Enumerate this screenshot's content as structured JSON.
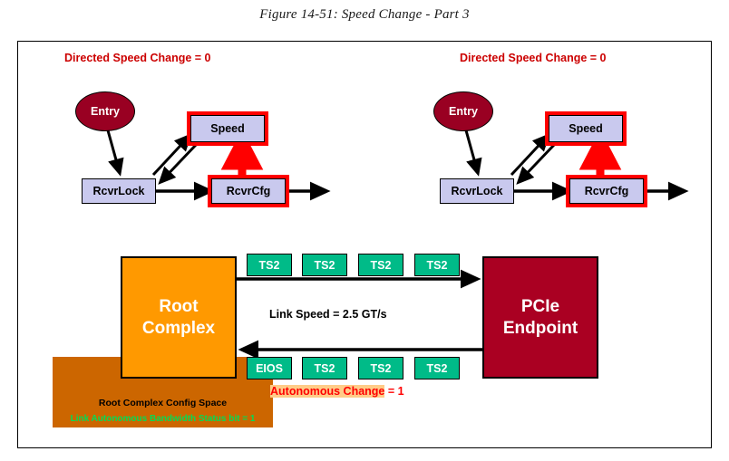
{
  "figure": {
    "title": "Figure 14-51: Speed Change - Part 3"
  },
  "state_machines": [
    {
      "id": "left",
      "title": "Directed Speed Change = 0",
      "entry_label": "Entry",
      "nodes": [
        {
          "name": "speed",
          "label": "Speed",
          "highlighted": true
        },
        {
          "name": "rcvrlock",
          "label": "RcvrLock",
          "highlighted": false
        },
        {
          "name": "rcvrcfg",
          "label": "RcvrCfg",
          "highlighted": true
        }
      ]
    },
    {
      "id": "right",
      "title": "Directed Speed Change = 0",
      "entry_label": "Entry",
      "nodes": [
        {
          "name": "speed",
          "label": "Speed",
          "highlighted": true
        },
        {
          "name": "rcvrlock",
          "label": "RcvrLock",
          "highlighted": false
        },
        {
          "name": "rcvrcfg",
          "label": "RcvrCfg",
          "highlighted": true
        }
      ]
    }
  ],
  "link_diagram": {
    "root_complex": {
      "line1": "Root",
      "line2": "Complex"
    },
    "endpoint": {
      "line1": "PCIe",
      "line2": "Endpoint"
    },
    "config_space": {
      "title": "Root Complex Config Space",
      "bit_status": "Link Autonomous Bandwidth Status bit = 1"
    },
    "downstream_packets": [
      "TS2",
      "TS2",
      "TS2",
      "TS2"
    ],
    "upstream_packets": [
      "EIOS",
      "TS2",
      "TS2",
      "TS2"
    ],
    "link_speed_label": "Link Speed = 2.5 GT/s",
    "autonomous_change": {
      "highlighted_text": "Autonomous Change",
      "suffix": " = 1"
    }
  },
  "colors": {
    "highlight_red": "#ff0000",
    "title_red": "#cc0000",
    "state_fill": "#c9c9ee",
    "entry_fill": "#990022",
    "root_complex_fill": "#ff9900",
    "endpoint_fill": "#aa0022",
    "packet_fill": "#00bb88",
    "config_space_fill": "#cc6600",
    "bit_text_green": "#00dd55",
    "autonomous_highlight": "#ffcc88"
  }
}
